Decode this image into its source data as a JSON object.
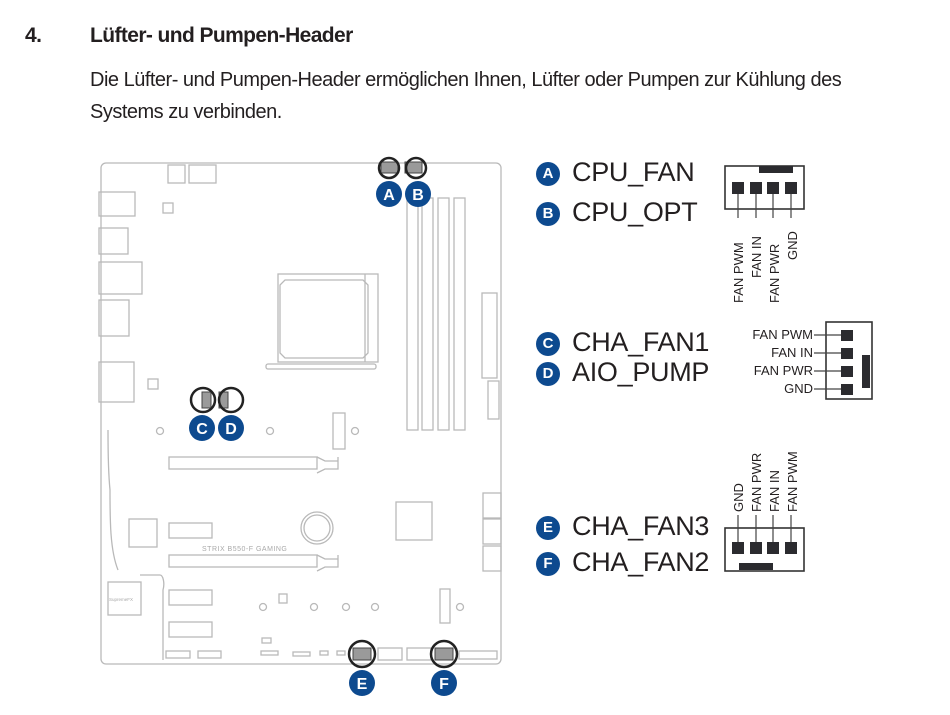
{
  "section": {
    "number": "4.",
    "title": "Lüfter- und Pumpen-Header",
    "body_lines": [
      "Die Lüfter- und Pumpen-Header ermöglichen Ihnen, Lüfter oder Pumpen zur Kühlung des",
      "Systems zu verbinden."
    ]
  },
  "colors": {
    "badge": "#0d4a8f",
    "pin": "#2b2b2f",
    "board_line": "#b9b9b9"
  },
  "board": {
    "model_label": "STRIX B550-F GAMING",
    "audio_chip_label": "SupremeFX",
    "markers": [
      "A",
      "B",
      "C",
      "D",
      "E",
      "F"
    ]
  },
  "headers": [
    {
      "group": "top",
      "entries": [
        {
          "badge": "A",
          "name": "CPU_FAN"
        },
        {
          "badge": "B",
          "name": "CPU_OPT"
        }
      ],
      "pins": [
        "FAN PWM",
        "FAN IN",
        "FAN PWR",
        "GND"
      ]
    },
    {
      "group": "middle",
      "entries": [
        {
          "badge": "C",
          "name": "CHA_FAN1"
        },
        {
          "badge": "D",
          "name": "AIO_PUMP"
        }
      ],
      "pins": [
        "FAN PWM",
        "FAN IN",
        "FAN PWR",
        "GND"
      ]
    },
    {
      "group": "bottom",
      "entries": [
        {
          "badge": "E",
          "name": "CHA_FAN3"
        },
        {
          "badge": "F",
          "name": "CHA_FAN2"
        }
      ],
      "pins": [
        "GND",
        "FAN PWR",
        "FAN IN",
        "FAN PWM"
      ]
    }
  ]
}
